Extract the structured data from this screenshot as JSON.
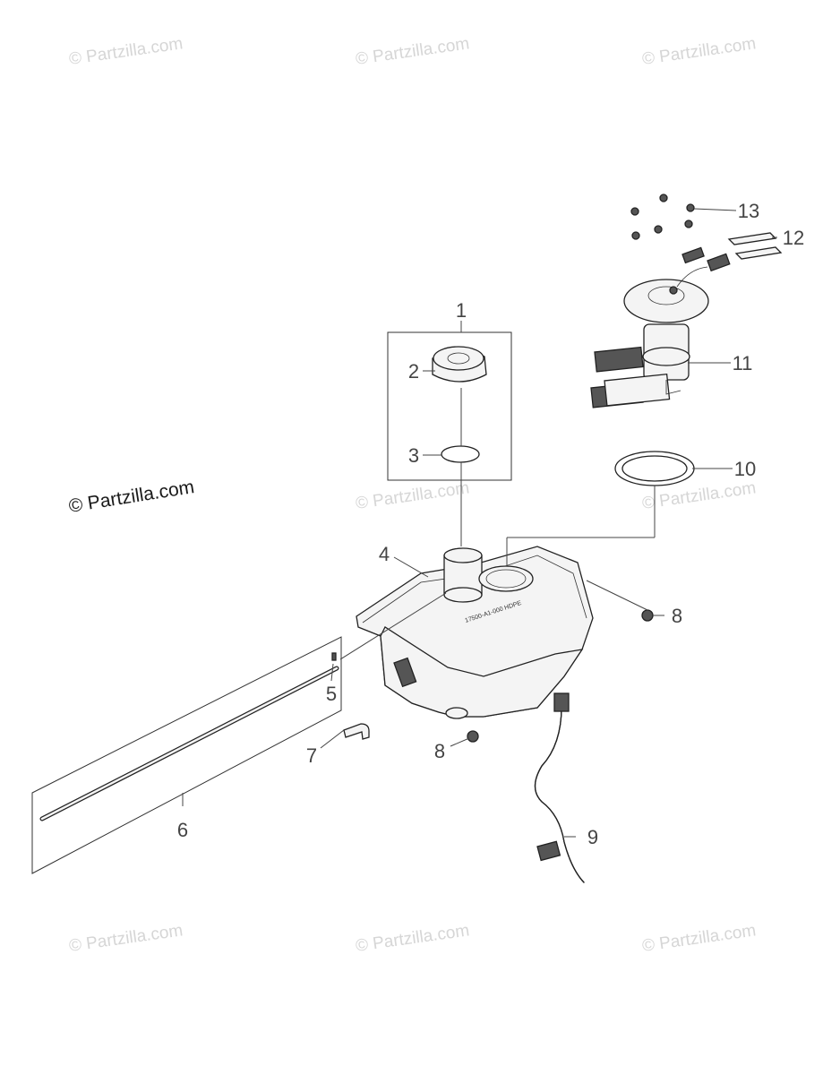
{
  "watermarks": {
    "small": "© Partzilla.com",
    "main": "© Partzilla.com"
  },
  "callouts": [
    "1",
    "2",
    "3",
    "4",
    "5",
    "6",
    "7",
    "8",
    "8",
    "9",
    "10",
    "11",
    "12",
    "13"
  ],
  "tank_stamp": "17500-A1-000  HDPE"
}
